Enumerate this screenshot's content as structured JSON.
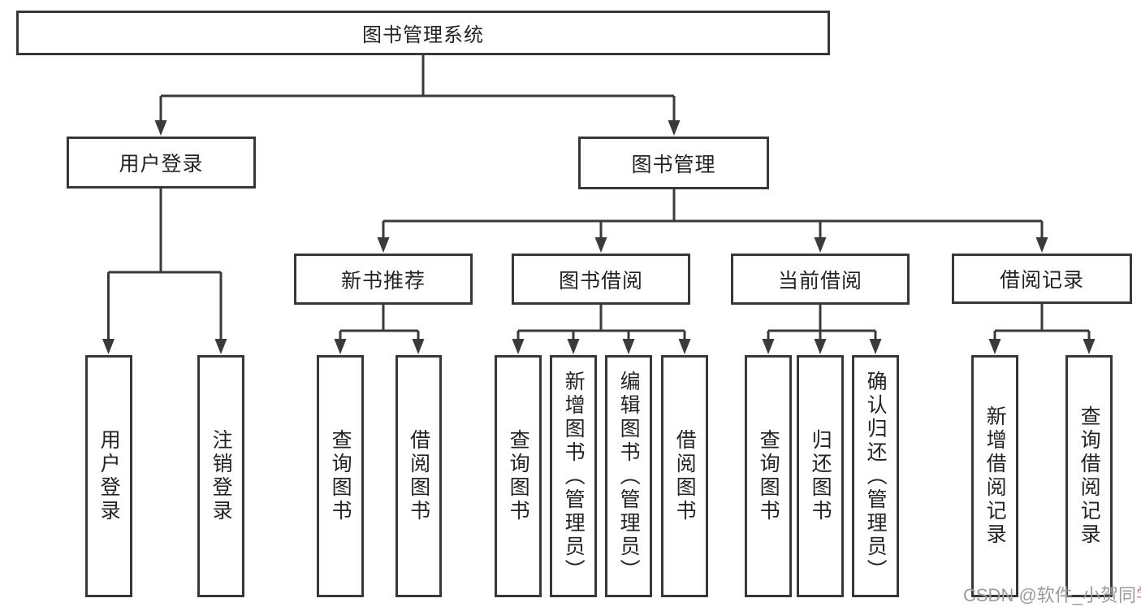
{
  "diagram": {
    "root": {
      "label": "图书管理系统"
    },
    "branches": {
      "user_login": {
        "label": "用户登录",
        "children": [
          {
            "label": "用户登录"
          },
          {
            "label": "注销登录"
          }
        ]
      },
      "book_mgmt": {
        "label": "图书管理",
        "sections": [
          {
            "label": "新书推荐",
            "children": [
              {
                "label": "查询图书"
              },
              {
                "label": "借阅图书"
              }
            ]
          },
          {
            "label": "图书借阅",
            "children": [
              {
                "label": "查询图书"
              },
              {
                "label": "新增图书（管理员）"
              },
              {
                "label": "编辑图书（管理员）"
              },
              {
                "label": "借阅图书"
              }
            ]
          },
          {
            "label": "当前借阅",
            "children": [
              {
                "label": "查询图书"
              },
              {
                "label": "归还图书"
              },
              {
                "label": "确认归还（管理员）"
              }
            ]
          },
          {
            "label": "借阅记录",
            "children": [
              {
                "label": "新增借阅记录"
              },
              {
                "label": "查询借阅记录"
              }
            ]
          }
        ]
      }
    }
  },
  "watermark": {
    "text": "CSDN @软件_小贺同学",
    "prefix": "CSDN @软件_小贺同",
    "suffix": "学"
  },
  "colors": {
    "line": "#3a3a3a",
    "text": "#232323",
    "background": "#ffffff",
    "watermark": "#9b9b9b",
    "watermark_accent": "#cf8585"
  }
}
